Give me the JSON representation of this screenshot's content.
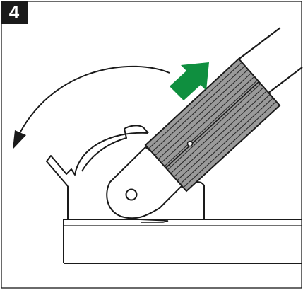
{
  "step": {
    "number": "4"
  },
  "colors": {
    "accent_arrow": "#0f8f3f",
    "sleeve_fill": "#9a9a9a",
    "line": "#1a1a1a",
    "background": "#ffffff",
    "badge": "#1a1a1a"
  },
  "icons": {
    "motion_arrow": "curved-arrow-counterclockwise",
    "direction_arrow": "arrow-up-right"
  }
}
